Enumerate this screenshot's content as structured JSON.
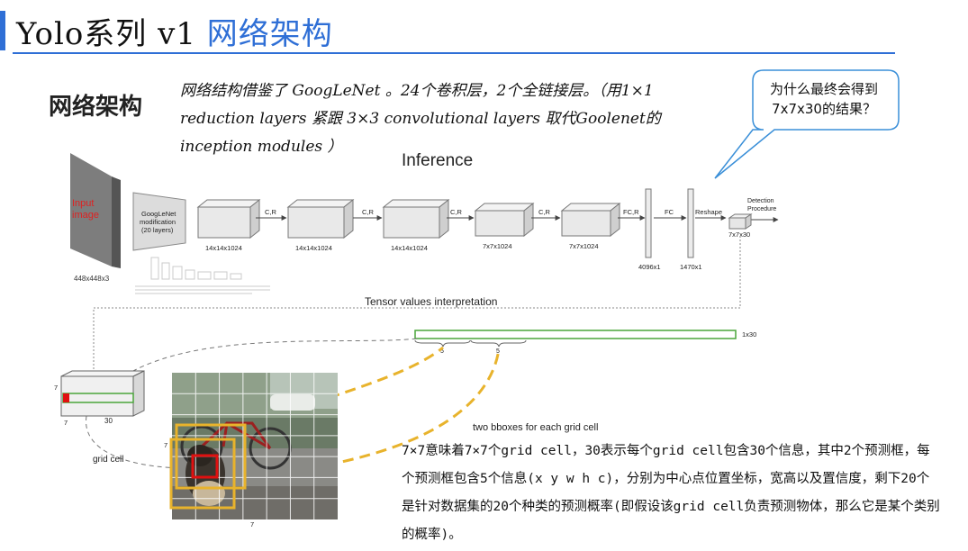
{
  "title": {
    "prefix": "Yolo系列 v1 ",
    "highlight": "网络架构"
  },
  "section_heading": "网络架构",
  "intro_text": "网络结构借鉴了 GoogLeNet 。24个卷积层，2个全链接层。（用1×1 reduction layers 紧跟 3×3 convolutional layers 取代Goolenet的 inception modules ）",
  "callout": {
    "text": "为什么最终会得到 7x7x30的结果？"
  },
  "diagram": {
    "inference_title": "Inference",
    "input_label": "Input image",
    "input_size": "448x448x3",
    "googlenet_label": [
      "GoogLeNet",
      "modification",
      "(20 layers)"
    ],
    "blocks": [
      {
        "label": "14x14x1024"
      },
      {
        "label": "14x14x1024"
      },
      {
        "label": "14x14x1024"
      },
      {
        "label": "7x7x1024"
      },
      {
        "label": "7x7x1024"
      }
    ],
    "arrow_labels": [
      "C,R",
      "C,R",
      "C,R",
      "C,R",
      "FC,R",
      "FC",
      "Reshape"
    ],
    "fc_layers": [
      {
        "label": "4096x1"
      },
      {
        "label": "1470x1"
      }
    ],
    "output_label": "7x7x30",
    "detection_label": [
      "Detection",
      "Procedure"
    ],
    "tensor_title": "Tensor values interpretation",
    "vector_label": "1x30",
    "bbox_numbers": [
      "5",
      "5"
    ],
    "two_bboxes_text": "two bboxes for each grid cell",
    "cube_labels": {
      "height": "7",
      "depth": "7",
      "width": "30"
    },
    "grid_cell_label": "grid cell",
    "grid_labels": {
      "left": "7",
      "bottom": "7"
    },
    "colors": {
      "accent": "#2f6fd6",
      "vector_green": "#4aa63a",
      "bbox_yellow": "#e8b32c",
      "cell_red": "#e01010",
      "callout_border": "#3a8fd8"
    }
  },
  "body_text": "7×7意味着7×7个grid cell，30表示每个grid cell包含30个信息，其中2个预测框，每个预测框包含5个信息(x y w h c)，分别为中心点位置坐标，宽高以及置信度，剩下20个是针对数据集的20个种类的预测概率(即假设该grid cell负责预测物体，那么它是某个类别的概率)。"
}
